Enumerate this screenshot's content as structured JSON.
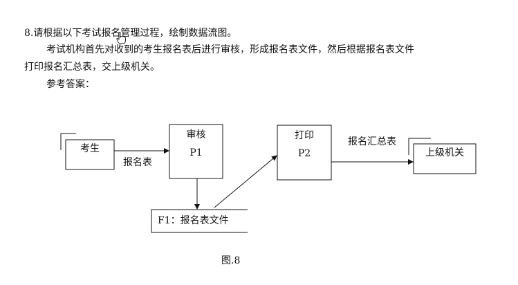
{
  "question": {
    "title": "8.请根据以下考试报名管理过程，绘制数据流图。",
    "body_line1": "考试机构首先对收到的考生报名表后进行审核，形成报名表文件，然后根据报名表文件",
    "body_line2": "打印报名汇总表，交上级机关。",
    "answer_label": "参考答案："
  },
  "diagram": {
    "entity_source": "考生",
    "process1_name": "审核",
    "process1_id": "P1",
    "process2_name": "打印",
    "process2_id": "P2",
    "entity_sink": "上级机关",
    "store": "F1：报名表文件",
    "flow1": "报名表",
    "flow2": "报名汇总表",
    "caption": "图.8"
  },
  "cursor_icon": "hand-pointer-icon"
}
